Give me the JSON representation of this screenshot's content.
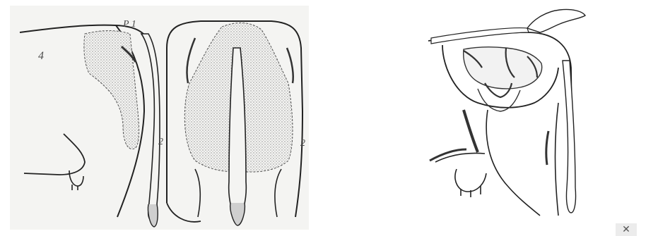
{
  "left_figure": {
    "labels": {
      "p1": "P 1",
      "num_4": "4",
      "num_2a": "2",
      "num_2b": "2"
    }
  },
  "close_button": {
    "label": "✕"
  }
}
